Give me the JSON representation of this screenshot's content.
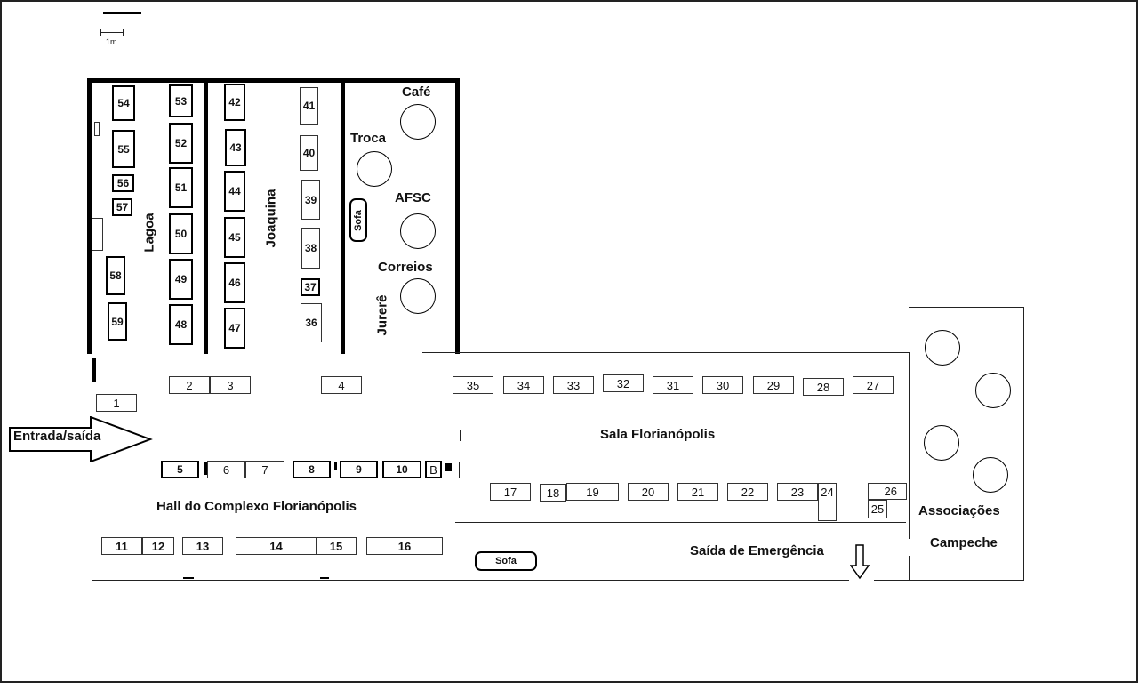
{
  "scale": {
    "label": "1m"
  },
  "areas": {
    "lagoa": "Lagoa",
    "joaquina": "Joaquina",
    "jurere": "Jurerê",
    "sala": "Sala Florianópolis",
    "hall": "Hall do Complexo Florianópolis",
    "associacoes": "Associações",
    "campeche": "Campeche"
  },
  "services": {
    "cafe": "Café",
    "troca": "Troca",
    "afsc": "AFSC",
    "correios": "Correios"
  },
  "entrance": {
    "label": "Entrada/saída"
  },
  "emergency": {
    "label": "Saída de Emergência"
  },
  "sofas": [
    "Sofa",
    "Sofa"
  ],
  "booths": [
    "1",
    "2",
    "3",
    "4",
    "5",
    "6",
    "7",
    "8",
    "9",
    "10",
    "B",
    "11",
    "12",
    "13",
    "14",
    "15",
    "16",
    "17",
    "18",
    "19",
    "20",
    "21",
    "22",
    "23",
    "24",
    "25",
    "26",
    "27",
    "28",
    "29",
    "30",
    "31",
    "32",
    "33",
    "34",
    "35",
    "36",
    "37",
    "38",
    "39",
    "40",
    "41",
    "42",
    "43",
    "44",
    "45",
    "46",
    "47",
    "48",
    "49",
    "50",
    "51",
    "52",
    "53",
    "54",
    "55",
    "56",
    "57",
    "58",
    "59"
  ]
}
